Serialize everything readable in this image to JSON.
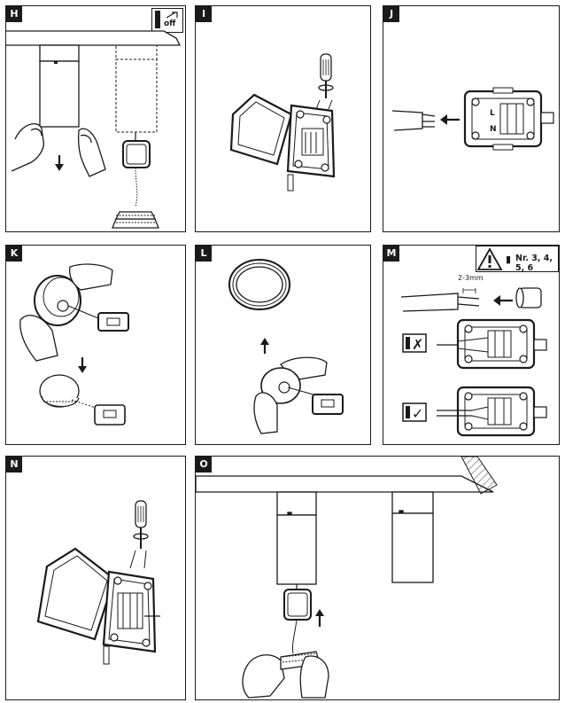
{
  "panels": {
    "h": {
      "tag": "H",
      "off_label": "off"
    },
    "i": {
      "tag": "I"
    },
    "j": {
      "tag": "J",
      "terminal_l": "L",
      "terminal_n": "N"
    },
    "k": {
      "tag": "K"
    },
    "l": {
      "tag": "L"
    },
    "m": {
      "tag": "M",
      "warning_text": "Nr. 3, 4, 5, 6",
      "strip_length": "2-3mm",
      "wrong_mark": "✗",
      "right_mark": "✓"
    },
    "n": {
      "tag": "N"
    },
    "o": {
      "tag": "O"
    }
  },
  "colors": {
    "ink": "#1a1a1a",
    "paper": "#ffffff",
    "hatch": "#555555"
  }
}
